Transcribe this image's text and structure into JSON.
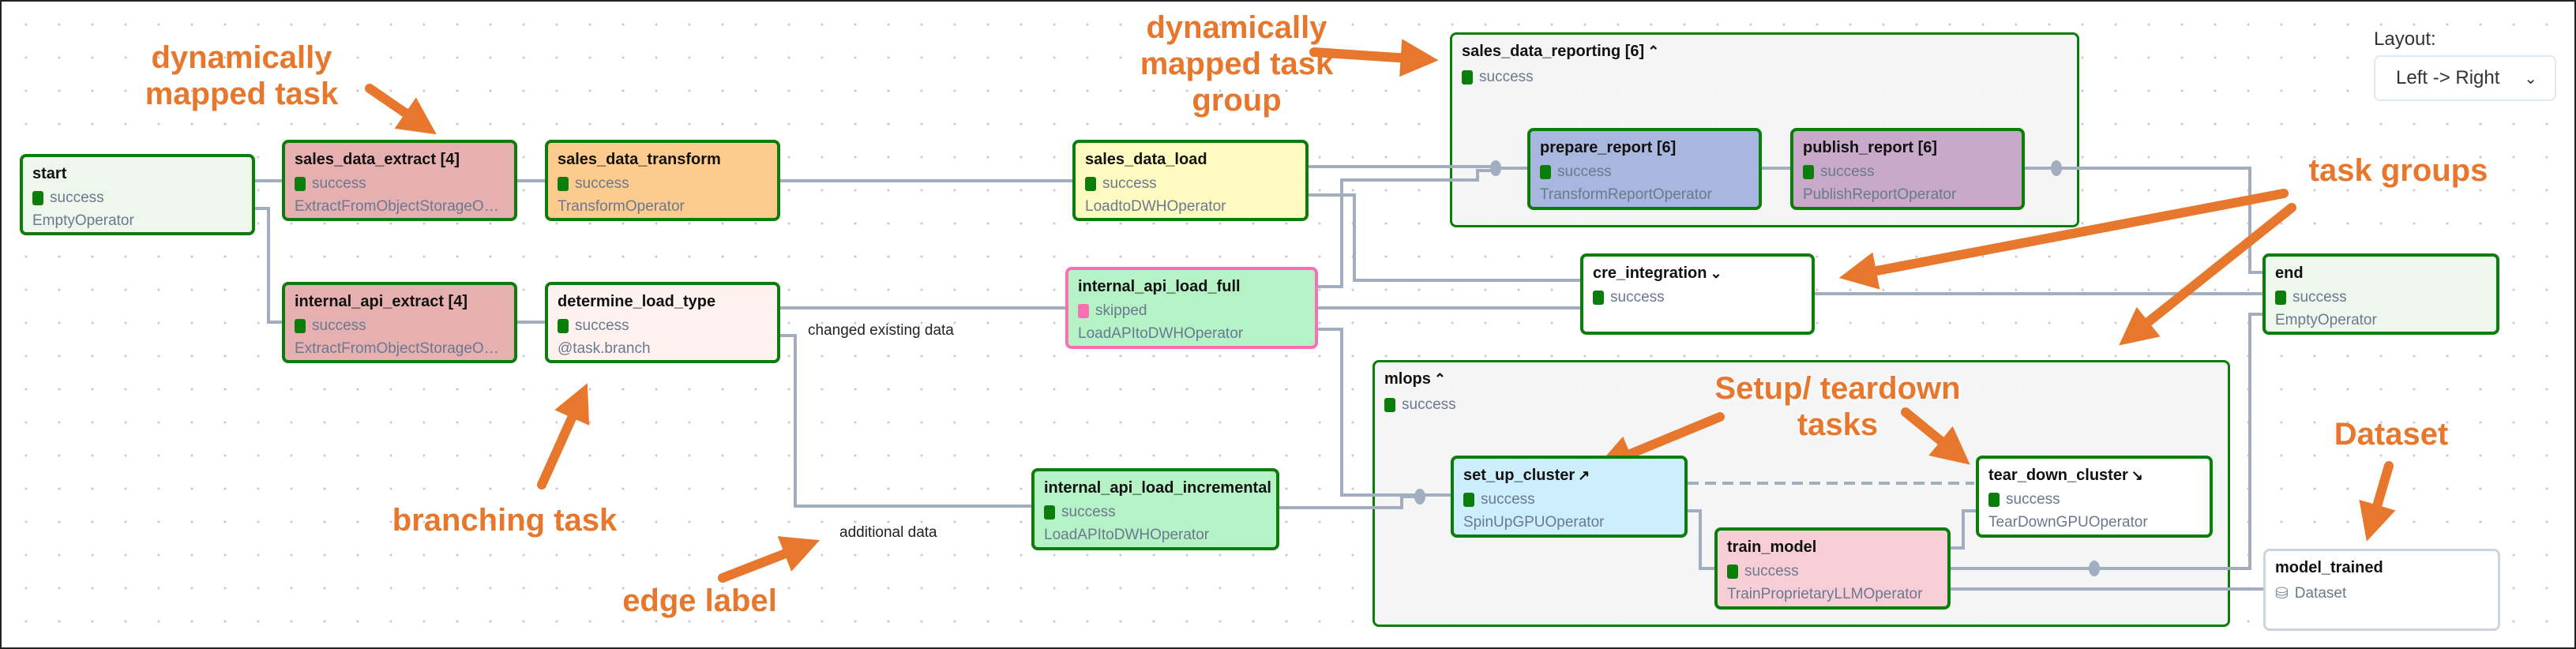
{
  "layout_control": {
    "label": "Layout:",
    "selected": "Left -> Right",
    "icon": "chevron-down-icon"
  },
  "colors": {
    "success": "#0b7d0b",
    "skipped": "#ff6eb4",
    "annotation": "#e8772e",
    "edge": "#a0aec0"
  },
  "nodes": {
    "start": {
      "title": "start",
      "status": "success",
      "operator": "EmptyOperator"
    },
    "sales_data_extract": {
      "title": "sales_data_extract [4]",
      "status": "success",
      "operator": "ExtractFromObjectStorageOper..."
    },
    "sales_data_transform": {
      "title": "sales_data_transform",
      "status": "success",
      "operator": "TransformOperator"
    },
    "internal_api_extract": {
      "title": "internal_api_extract [4]",
      "status": "success",
      "operator": "ExtractFromObjectStorageOper..."
    },
    "determine_load_type": {
      "title": "determine_load_type",
      "status": "success",
      "operator": "@task.branch"
    },
    "sales_data_load": {
      "title": "sales_data_load",
      "status": "success",
      "operator": "LoadtoDWHOperator"
    },
    "internal_api_load_full": {
      "title": "internal_api_load_full",
      "status": "skipped",
      "operator": "LoadAPItoDWHOperator"
    },
    "internal_api_load_incremental": {
      "title": "internal_api_load_incremental",
      "status": "success",
      "operator": "LoadAPItoDWHOperator"
    },
    "prepare_report": {
      "title": "prepare_report [6]",
      "status": "success",
      "operator": "TransformReportOperator"
    },
    "publish_report": {
      "title": "publish_report [6]",
      "status": "success",
      "operator": "PublishReportOperator"
    },
    "set_up_cluster": {
      "title": "set_up_cluster",
      "status": "success",
      "operator": "SpinUpGPUOperator"
    },
    "tear_down_cluster": {
      "title": "tear_down_cluster",
      "status": "success",
      "operator": "TearDownGPUOperator"
    },
    "train_model": {
      "title": "train_model",
      "status": "success",
      "operator": "TrainProprietaryLLMOperator"
    },
    "end": {
      "title": "end",
      "status": "success",
      "operator": "EmptyOperator"
    }
  },
  "groups": {
    "sales_data_reporting": {
      "title": "sales_data_reporting [6]",
      "status": "success",
      "icon": "chevron-up-icon"
    },
    "cre_integration": {
      "title": "cre_integration",
      "status": "success",
      "icon": "chevron-down-icon"
    },
    "mlops": {
      "title": "mlops",
      "status": "success",
      "icon": "chevron-up-icon"
    }
  },
  "dataset": {
    "title": "model_trained",
    "type": "Dataset",
    "icon": "database-icon"
  },
  "edge_labels": [
    "changed existing data",
    "additional data"
  ],
  "annotations": {
    "mapped_task": [
      "dynamically",
      "mapped task"
    ],
    "mapped_task_group": [
      "dynamically",
      "mapped task",
      "group"
    ],
    "task_groups": "task groups",
    "setup_teardown": [
      "Setup/ teardown",
      "tasks"
    ],
    "dataset": "Dataset",
    "branching": "branching task",
    "edge_label": "edge label"
  }
}
